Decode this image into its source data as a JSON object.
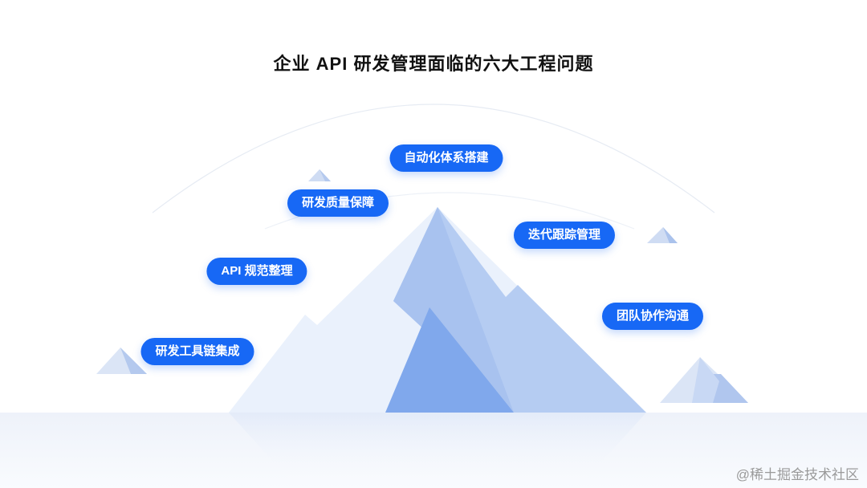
{
  "title": "企业 API 研发管理面临的六大工程问题",
  "problems": [
    {
      "label": "自动化体系搭建"
    },
    {
      "label": "研发质量保障"
    },
    {
      "label": "迭代跟踪管理"
    },
    {
      "label": "API 规范整理"
    },
    {
      "label": "团队协作沟通"
    },
    {
      "label": "研发工具链集成"
    }
  ],
  "watermark": "@稀土掘金技术社区",
  "colors": {
    "pill": "#1768f5",
    "mountain_light": "#e9f0fb",
    "mountain_mid": "#b6cdf2",
    "mountain_dark": "#7fa8ec"
  }
}
